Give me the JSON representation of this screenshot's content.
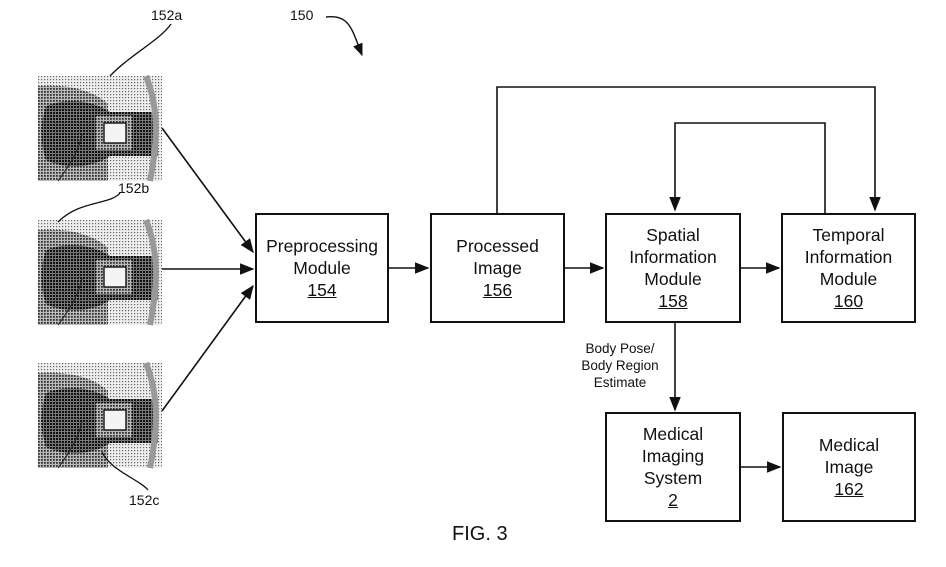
{
  "diagram": {
    "ref_numeral": "150",
    "figure_caption": "FIG. 3",
    "camera_images": [
      {
        "ref": "152a",
        "icon": "camera-frame-image"
      },
      {
        "ref": "152b",
        "icon": "camera-frame-image"
      },
      {
        "ref": "152c",
        "icon": "camera-frame-image"
      }
    ],
    "boxes": {
      "preprocessing": {
        "line1": "Preprocessing",
        "line2": "Module",
        "ref": "154"
      },
      "processed": {
        "line1": "Processed",
        "line2": "Image",
        "ref": "156"
      },
      "spatial": {
        "line1": "Spatial",
        "line2": "Information",
        "line3": "Module",
        "ref": "158"
      },
      "temporal": {
        "line1": "Temporal",
        "line2": "Information",
        "line3": "Module",
        "ref": "160"
      },
      "imaging_system": {
        "line1": "Medical",
        "line2": "Imaging",
        "line3": "System",
        "ref": "2"
      },
      "medical_image": {
        "line1": "Medical",
        "line2": "Image",
        "ref": "162"
      }
    },
    "edge_label": {
      "line1": "Body Pose/",
      "line2": "Body Region",
      "line3": "Estimate"
    }
  }
}
